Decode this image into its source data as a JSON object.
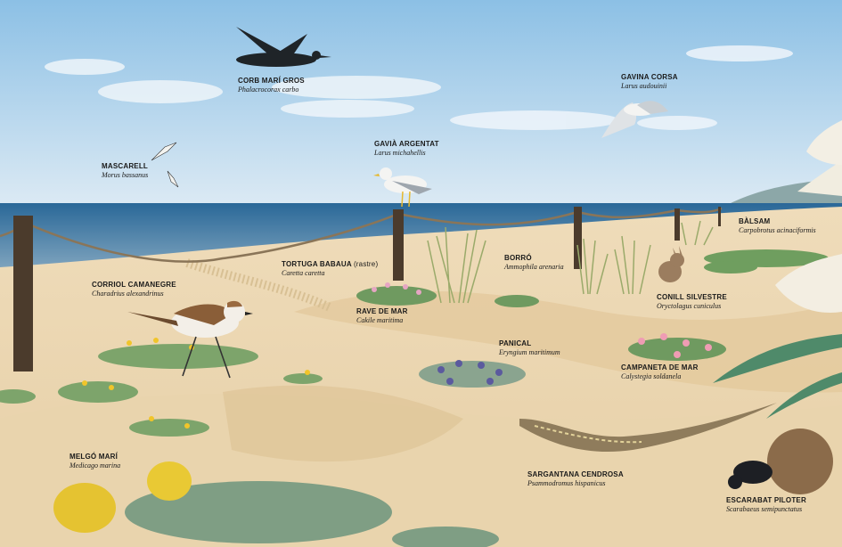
{
  "scene": {
    "colors": {
      "sky_top": "#8fc2e6",
      "sky_bottom": "#dcebf5",
      "sea_far": "#2e6e9c",
      "sea_near": "#7fa6c0",
      "sand_light": "#f2dfbd",
      "sand_dark": "#d9bd8f",
      "vegetation": "#7ba36b"
    }
  },
  "species": [
    {
      "id": "corb-mari-gros",
      "common": "CORB MARÍ GROS",
      "scientific": "Phalacrocorax carbo"
    },
    {
      "id": "mascarell",
      "common": "MASCARELL",
      "scientific": "Morus bassanus"
    },
    {
      "id": "gavia-argentat",
      "common": "GAVIÀ ARGENTAT",
      "scientific": "Larus michahellis"
    },
    {
      "id": "gavina-corsa",
      "common": "GAVINA CORSA",
      "scientific": "Larus audouinii"
    },
    {
      "id": "balsam",
      "common": "BÀLSAM",
      "scientific": "Carpobrotus acinaciformis"
    },
    {
      "id": "borro",
      "common": "BORRÓ",
      "scientific": "Ammophila arenaria"
    },
    {
      "id": "tortuga-babaua",
      "common": "TORTUGA BABAUA",
      "suffix": "(rastre)",
      "scientific": "Caretta caretta"
    },
    {
      "id": "corriol-camanegre",
      "common": "CORRIOL CAMANEGRE",
      "scientific": "Charadrius alexandrinus"
    },
    {
      "id": "rave-de-mar",
      "common": "RAVE DE MAR",
      "scientific": "Cakile maritima"
    },
    {
      "id": "conill-silvestre",
      "common": "CONILL SILVESTRE",
      "scientific": "Oryctolagus cuniculus"
    },
    {
      "id": "panical",
      "common": "PANICAL",
      "scientific": "Eryngium maritimum"
    },
    {
      "id": "campaneta-de-mar",
      "common": "CAMPANETA DE MAR",
      "scientific": "Calystegia soldanela"
    },
    {
      "id": "melgo-mari",
      "common": "MELGÓ MARÍ",
      "scientific": "Medicago marina"
    },
    {
      "id": "sargantana-cendrosa",
      "common": "SARGANTANA CENDROSA",
      "scientific": "Psammodromus hispanicus"
    },
    {
      "id": "escarabat-piloter",
      "common": "ESCARABAT PILOTER",
      "scientific": "Scarabaeus semipunctatus"
    }
  ]
}
